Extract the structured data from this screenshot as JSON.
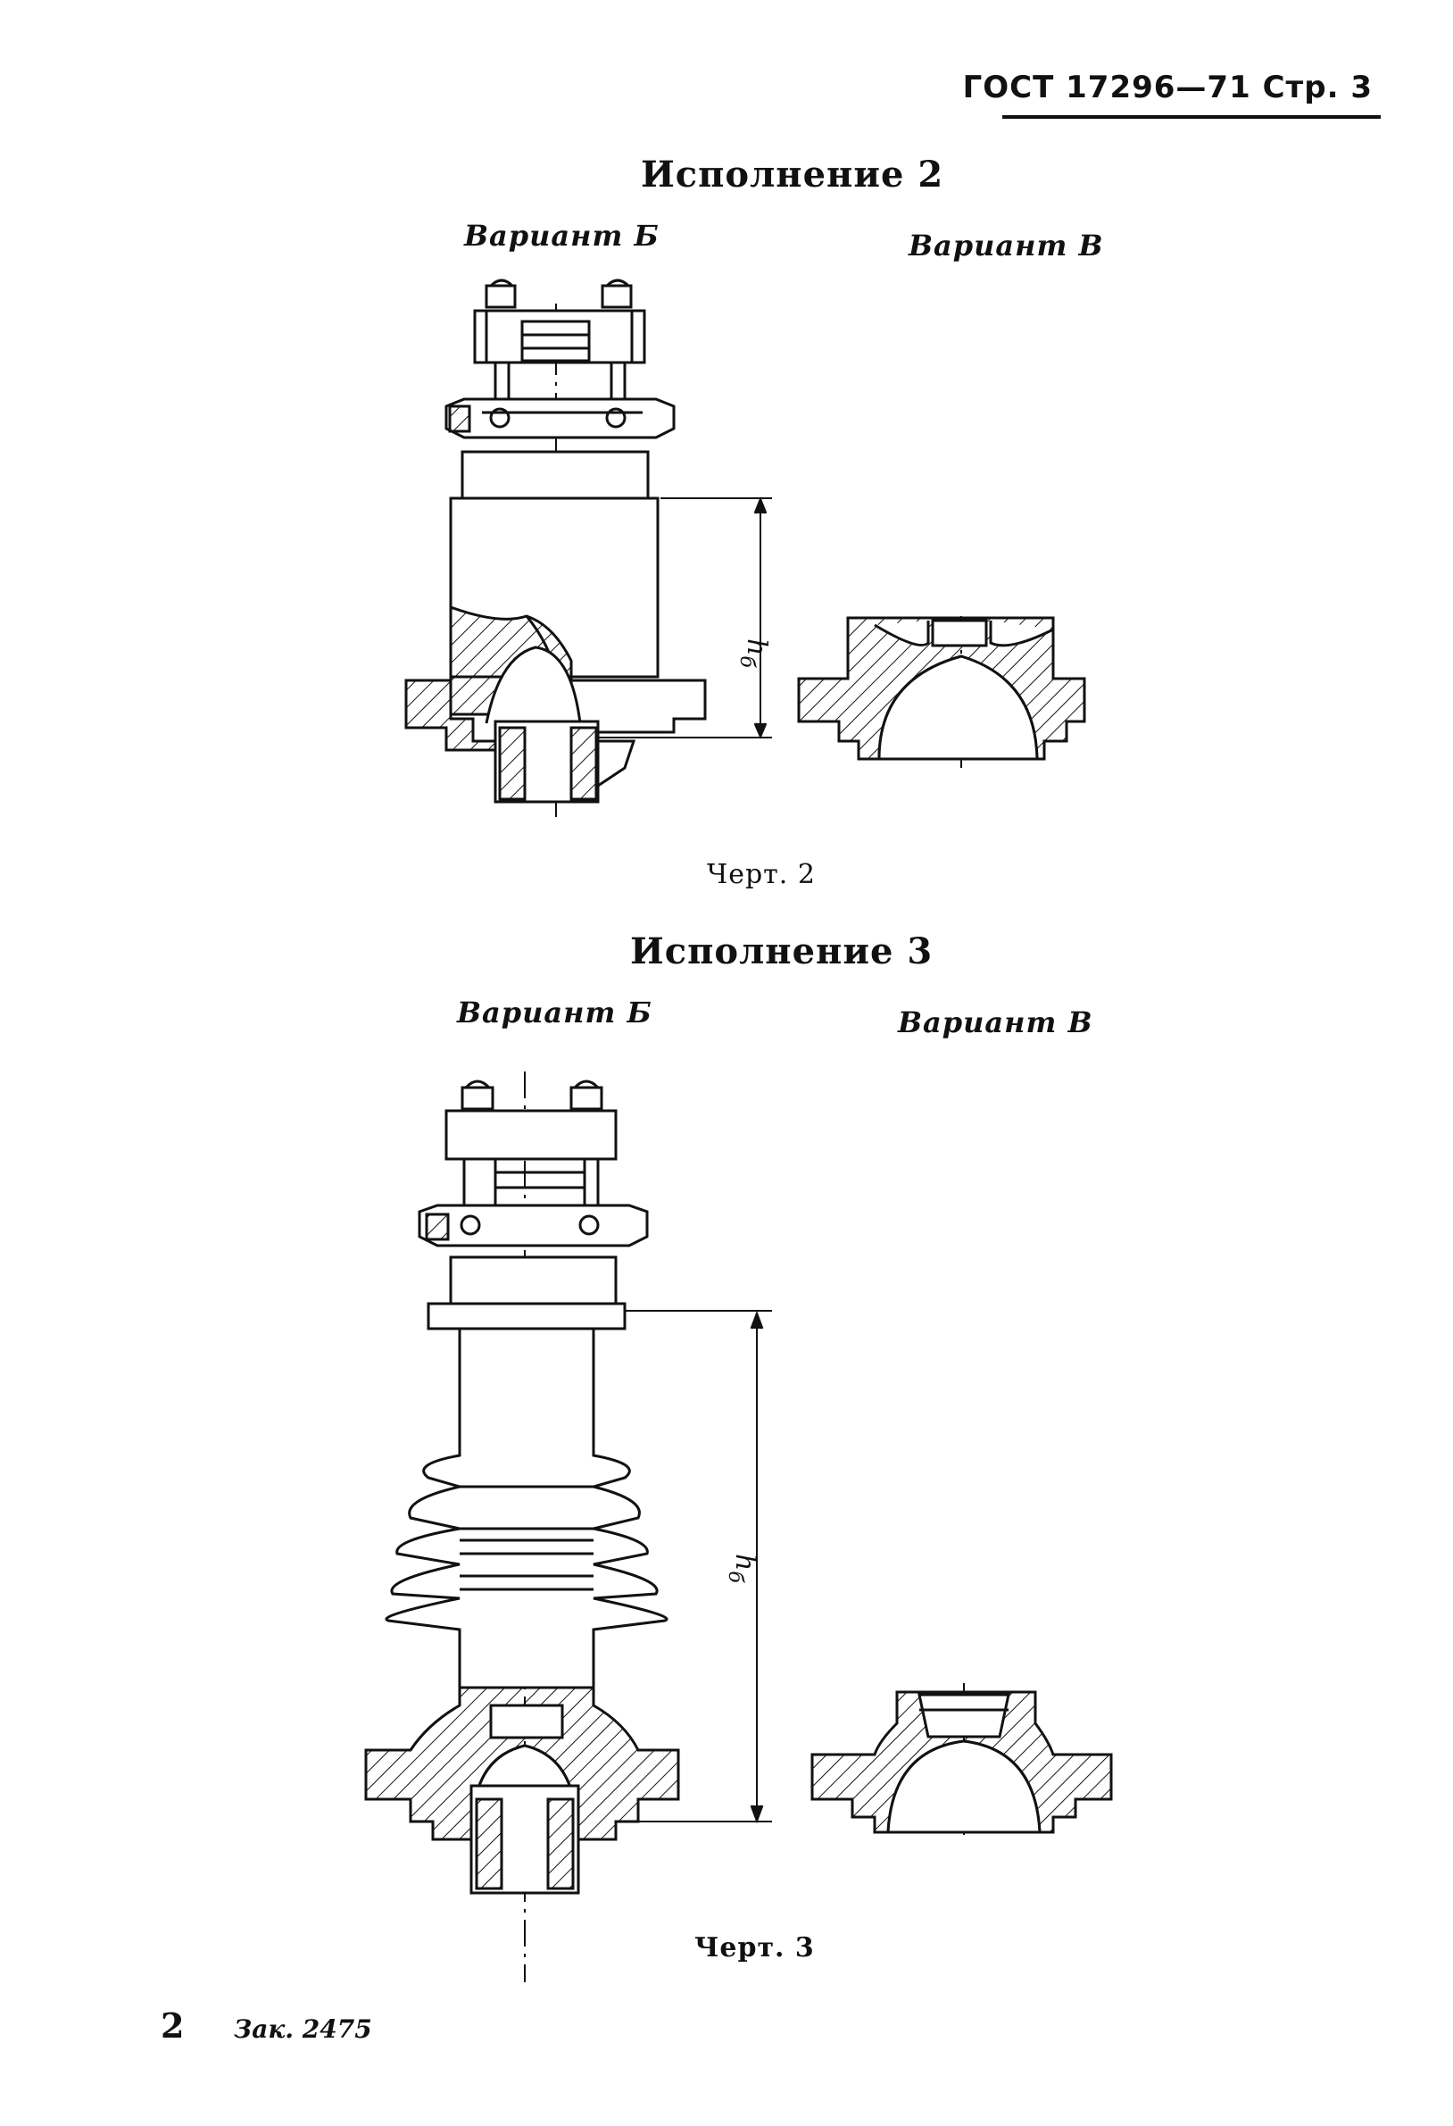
{
  "header": {
    "standard": "ГОСТ 17296—71 Стр. 3"
  },
  "section2": {
    "title": "Исполнение 2",
    "variant_b": "Вариант Б",
    "variant_v": "Вариант В",
    "dimension": "h",
    "dimension_sub": "б",
    "caption": "Черт. 2"
  },
  "section3": {
    "title": "Исполнение 3",
    "variant_b": "Вариант Б",
    "variant_v": "Вариант В",
    "dimension": "h",
    "dimension_sub": "б",
    "caption": "Черт. 3"
  },
  "footer": {
    "page_number": "2",
    "order": "Зак. 2475"
  }
}
